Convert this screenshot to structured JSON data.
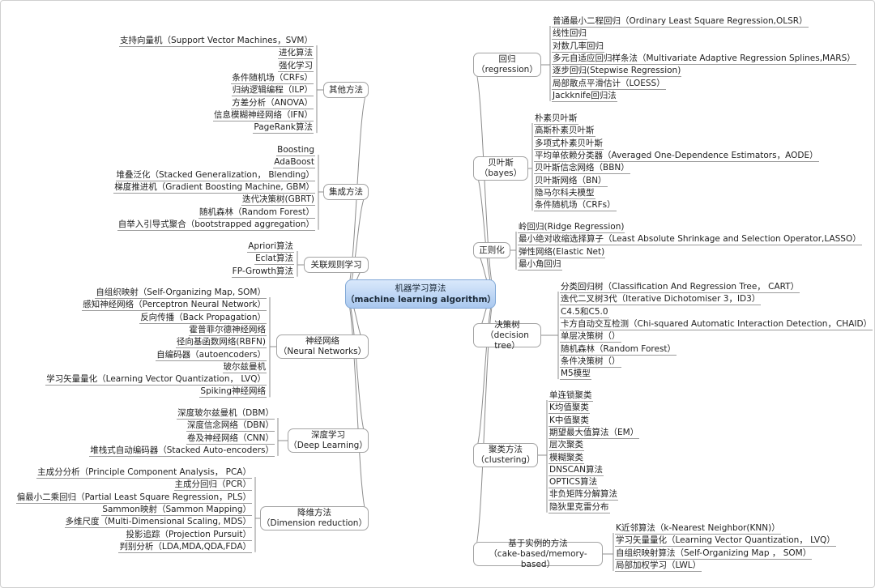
{
  "center": {
    "title": "机器学习算法",
    "subtitle": "（machine learning algorithm）"
  },
  "branches": [
    {
      "id": "regression",
      "side": "right",
      "label": "回归",
      "sub": "（regression）",
      "items": [
        "普通最小二程回归（Ordinary Least Square Regression,OLSR）",
        "线性回归",
        "对数几率回归",
        "多元自适应回归样条法（Multivariate Adaptive Regression Splines,MARS）",
        "逐步回归(Stepwise Regression)",
        "局部散点平滑估计（LOESS）",
        "Jackknife回归法"
      ]
    },
    {
      "id": "bayes",
      "side": "right",
      "label": "贝叶斯",
      "sub": "（bayes）",
      "items": [
        "朴素贝叶斯",
        "高斯朴素贝叶斯",
        "多项式朴素贝叶斯",
        "平均单依赖分类器（Averaged One-Dependence Estimators，AODE）",
        "贝叶斯信念网络（BBN）",
        "贝叶斯网络（BN）",
        "隐马尔科夫模型",
        "条件随机场（CRFs）"
      ]
    },
    {
      "id": "regularization",
      "side": "right",
      "label": "正则化",
      "sub": "",
      "items": [
        "岭回归(Ridge Regression)",
        "最小绝对收缩选择算子（Least Absolute Shrinkage and Selection Operator,LASSO）",
        "弹性网络(Elastic Net)",
        "最小角回归"
      ]
    },
    {
      "id": "decision_tree",
      "side": "right",
      "label": "决策树",
      "sub": "（decision tree）",
      "items": [
        "分类回归树（Classification And Regression Tree， CART）",
        "迭代二叉树3代（Iterative Dichotomiser 3，ID3）",
        "C4.5和C5.0",
        "卡方自动交互检测（Chi-squared Automatic Interaction Detection，CHAID）",
        "单层决策树（）",
        "随机森林（Random Forest）",
        "条件决策树（）",
        "M5模型"
      ]
    },
    {
      "id": "clustering",
      "side": "right",
      "label": "聚类方法",
      "sub": "（clustering）",
      "items": [
        "单连锁聚类",
        "K均值聚类",
        "K中值聚类",
        "期望最大值算法（EM）",
        "层次聚类",
        "模糊聚类",
        "DNSCAN算法",
        "OPTICS算法",
        "非负矩阵分解算法",
        "隐狄里克雷分布"
      ]
    },
    {
      "id": "instance",
      "side": "right",
      "label": "基于实例的方法",
      "sub": "（cake-based/memory-based）",
      "items": [
        "K近邻算法（k-Nearest Neighbor(KNN)）",
        "学习矢量量化（Learning Vector Quantization， LVQ）",
        "自组织映射算法（Self-Organizing Map ， SOM）",
        "局部加权学习（LWL）"
      ]
    },
    {
      "id": "other",
      "side": "left",
      "label": "其他方法",
      "sub": "",
      "items": [
        "支持向量机（Support Vector Machines，SVM）",
        "进化算法",
        "强化学习",
        "条件随机场（CRFs）",
        "归纳逻辑编程（ILP）",
        "方差分析（ANOVA）",
        "信息模糊神经网络（IFN）",
        "PageRank算法"
      ]
    },
    {
      "id": "ensemble",
      "side": "left",
      "label": "集成方法",
      "sub": "",
      "items": [
        "Boosting",
        "AdaBoost",
        "堆叠泛化（Stacked Generalization， Blending）",
        "梯度推进机（Gradient Boosting Machine, GBM）",
        "迭代决策树(GBRT)",
        "随机森林（Random Forest）",
        "自举入引导式聚合（bootstrapped aggregation）"
      ]
    },
    {
      "id": "association",
      "side": "left",
      "label": "关联规则学习",
      "sub": "",
      "items": [
        "Apriori算法",
        "Eclat算法",
        "FP-Growth算法"
      ]
    },
    {
      "id": "neural",
      "side": "left",
      "label": "神经网络",
      "sub": "（Neural Networks）",
      "items": [
        "自组织映射（Self-Organizing Map, SOM）",
        "感知神经网络（Perceptron Neural Network）",
        "反向传播（Back Propagation）",
        "霍普菲尔德神经网络",
        "径向基函数网络(RBFN)",
        "自编码器（autoencoders）",
        "玻尔兹曼机",
        "学习矢量量化（Learning Vector Quantization， LVQ）",
        "Spiking神经网络"
      ]
    },
    {
      "id": "deep",
      "side": "left",
      "label": "深度学习",
      "sub": "（Deep Learning）",
      "items": [
        "深度玻尔兹曼机（DBM）",
        "深度信念网络（DBN）",
        "卷及神经网络（CNN）",
        "堆栈式自动编码器（Stacked Auto-encoders）"
      ]
    },
    {
      "id": "dimred",
      "side": "left",
      "label": "降维方法",
      "sub": "（Dimension reduction）",
      "items": [
        "主成分分析（Principle Component Analysis， PCA）",
        "主成分回归（PCR）",
        "偏最小二乘回归（Partial Least Square Regression，PLS）",
        "Sammon映射（Sammon Mapping）",
        "多维尺度（Multi-Dimensional Scaling, MDS）",
        "投影追踪（Projection Pursuit）",
        "判别分析（LDA,MDA,QDA,FDA）"
      ]
    }
  ]
}
